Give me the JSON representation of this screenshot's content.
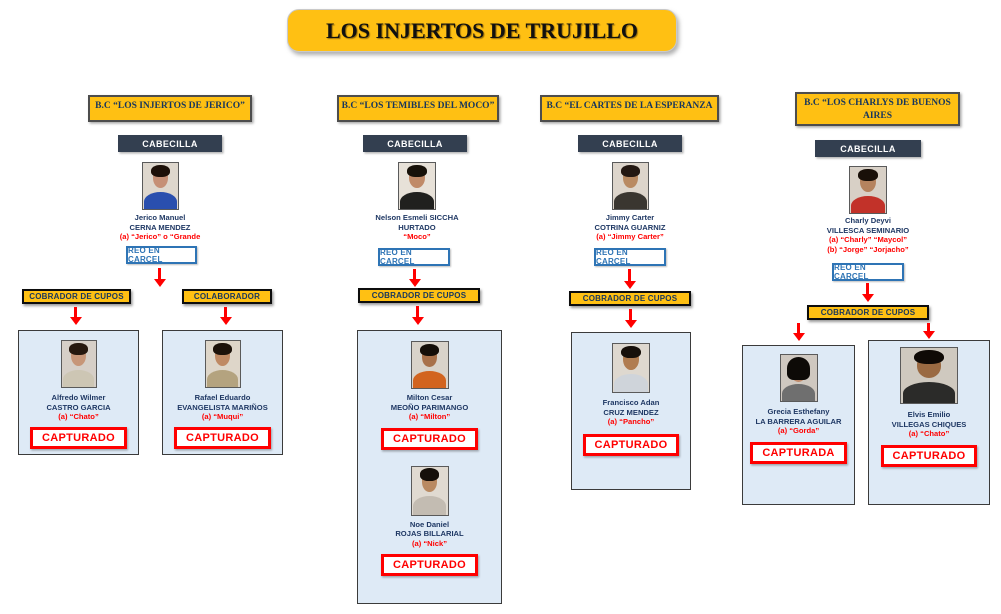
{
  "title": "LOS INJERTOS DE TRUJILLO",
  "colors": {
    "accent_yellow": "#FFC013",
    "navy_text": "#1F3864",
    "alias_red": "#FF0000",
    "status_blue": "#2E74B5",
    "cabecilla_slate": "#333F50",
    "card_bg": "#DEEAF6"
  },
  "branches": [
    {
      "header": "B.C “LOS INJERTOS DE JERICO”",
      "role_label": "CABECILLA",
      "leader": {
        "name1": "Jerico Manuel",
        "name2": "CERNA MENDEZ",
        "alias": "(a) “Jerico” o “Grande",
        "status": "REO EN CARCEL",
        "photo": {
          "bg": "#ded7cd",
          "skin": "#c69076",
          "hair": "#1d1008",
          "shirt": "#2a4fae"
        }
      },
      "sub_roles": [
        "COBRADOR DE CUPOS",
        "COLABORADOR"
      ],
      "members": [
        {
          "name1": "Alfredo Wilmer",
          "name2": "CASTRO GARCIA",
          "alias": "(a) “Chato”",
          "status": "CAPTURADO",
          "photo": {
            "bg": "#d6cfc7",
            "skin": "#c79678",
            "hair": "#26180e",
            "shirt": "#cdc6b4"
          }
        },
        {
          "name1": "Rafael Eduardo",
          "name2": "EVANGELISTA MARIÑOS",
          "alias": "(a) “Muqui”",
          "status": "CAPTURADO",
          "photo": {
            "bg": "#ded6c9",
            "skin": "#bf8a64",
            "hair": "#1c120a",
            "shirt": "#b4a37f"
          }
        }
      ]
    },
    {
      "header": "B.C “LOS TEMIBLES DEL MOCO”",
      "role_label": "CABECILLA",
      "leader": {
        "name1": "Nelson Esmeli SICCHA",
        "name2": "HURTADO",
        "alias": "“Moco”",
        "status": "REO EN CARCEL",
        "photo": {
          "bg": "#e7e1d8",
          "skin": "#c08a68",
          "hair": "#171109",
          "shirt": "#20201e"
        }
      },
      "sub_roles": [
        "COBRADOR DE CUPOS"
      ],
      "members": [
        {
          "name1": "Milton Cesar",
          "name2": "MEOÑO PARIMANGO",
          "alias": "(a) “Milton”",
          "status": "CAPTURADO",
          "photo": {
            "bg": "#d9d3ca",
            "skin": "#a8714a",
            "hair": "#140e08",
            "shirt": "#d2641f"
          }
        },
        {
          "name1": "Noe Daniel",
          "name2": "ROJAS BILLARIAL",
          "alias": "(a) “Nick”",
          "status": "CAPTURADO",
          "photo": {
            "bg": "#e0dad1",
            "skin": "#b98a62",
            "hair": "#16100a",
            "shirt": "#c3bcb2"
          }
        }
      ]
    },
    {
      "header": "B.C “EL CARTES DE LA ESPERANZA",
      "role_label": "CABECILLA",
      "leader": {
        "name1": "Jimmy Carter",
        "name2": "COTRINA GUARNIZ",
        "alias": "(a) “Jimmy Carter”",
        "status": "REO EN CARCEL",
        "photo": {
          "bg": "#ddd5cb",
          "skin": "#b98a62",
          "hair": "#241812",
          "shirt": "#3a3630"
        }
      },
      "sub_roles": [
        "COBRADOR DE CUPOS"
      ],
      "members": [
        {
          "name1": "Francisco Adan",
          "name2": "CRUZ MENDEZ",
          "alias": "(a) “Pancho”",
          "status": "CAPTURADO",
          "photo": {
            "bg": "#ded8cf",
            "skin": "#b07c50",
            "hair": "#17100a",
            "shirt": "#cfd4da"
          }
        }
      ]
    },
    {
      "header": "B.C “LOS CHARLYS DE BUENOS AIRES",
      "role_label": "CABECILLA",
      "leader": {
        "name1": "Charly Deyvi",
        "name2": "VILLESCA SEMINARIO",
        "alias": "(a) “Charly” “Maycol”",
        "alias2": "(b) “Jorge” “Jorjacho”",
        "status": "REO EN CARCEL",
        "photo": {
          "bg": "#d8d0c6",
          "skin": "#b5835e",
          "hair": "#191009",
          "shirt": "#c23229"
        }
      },
      "sub_roles": [
        "COBRADOR DE CUPOS"
      ],
      "members": [
        {
          "name1": "Grecia Esthefany",
          "name2": "LA BARRERA AGUILAR",
          "alias": "(a) “Gorda”",
          "status": "CAPTURADA",
          "photo": {
            "bg": "#cfc8c0",
            "skin": "#c08a6a",
            "hair": "#0d0a07",
            "shirt": "#6f6f6f"
          }
        },
        {
          "name1": "Elvis Emilio",
          "name2": "VILLEGAS CHIQUES",
          "alias": "(a) “Chato”",
          "status": "CAPTURADO",
          "photo": {
            "bg": "#cfc9bf",
            "skin": "#9a6a42",
            "hair": "#0f0a06",
            "shirt": "#2b2b29"
          }
        }
      ]
    }
  ]
}
